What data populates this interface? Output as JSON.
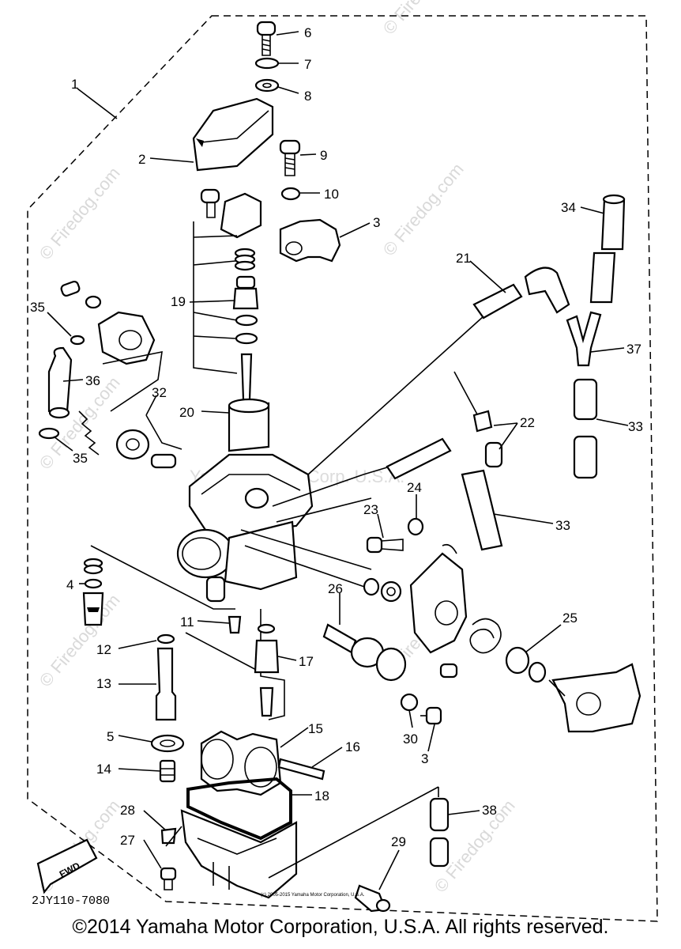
{
  "diagram": {
    "part_code": "2JY110-7080",
    "fwd_label": "FWD",
    "small_copyright": "(c) 2005-2015 Yamaha Motor Corporation, U.S.A.",
    "watermarks": [
      "© Firedog.com",
      "© Firedog.com",
      "© Firedog.com",
      "Yamaha Motor Corp. U.S.A.",
      "© Firedog.com",
      "© Firedog.com",
      "© Firedog.com",
      "© Firedog.com",
      "© Firedog.com"
    ],
    "callouts": [
      "1",
      "2",
      "3",
      "3",
      "4",
      "5",
      "6",
      "7",
      "8",
      "9",
      "10",
      "11",
      "12",
      "13",
      "14",
      "15",
      "16",
      "17",
      "18",
      "19",
      "20",
      "21",
      "22",
      "23",
      "24",
      "25",
      "26",
      "27",
      "28",
      "29",
      "30",
      "33",
      "33",
      "34",
      "35",
      "35",
      "36",
      "37",
      "32",
      "38"
    ]
  },
  "footer": {
    "copyright": "©2014 Yamaha Motor Corporation, U.S.A. All rights reserved."
  }
}
